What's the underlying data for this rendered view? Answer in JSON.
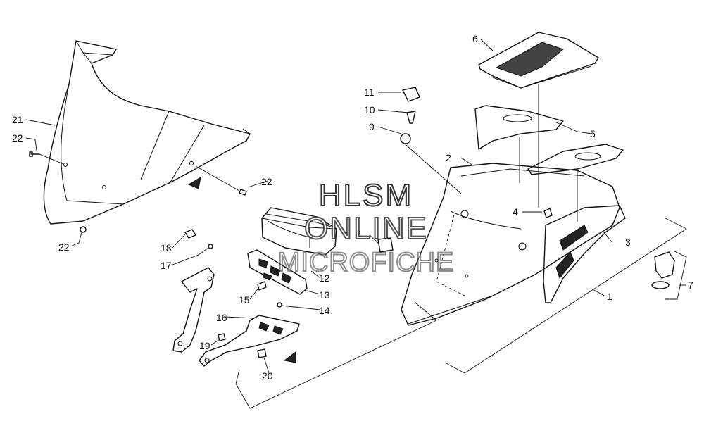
{
  "watermark": {
    "line1": "HLSM",
    "line2": "ONLINE",
    "line3": "MICROFICHE"
  },
  "callouts": {
    "c1": "1",
    "c2": "2",
    "c3": "3",
    "c4": "4",
    "c5": "5",
    "c6": "6",
    "c7": "7",
    "c8": "8",
    "c9": "9",
    "c10": "10",
    "c11": "11",
    "c12": "12",
    "c13": "13",
    "c14": "14",
    "c15": "15",
    "c16": "16",
    "c17": "17",
    "c18": "18",
    "c19": "19",
    "c20": "20",
    "c21": "21",
    "c22a": "22",
    "c22b": "22",
    "c22c": "22"
  },
  "colors": {
    "line": "#111111",
    "background": "#ffffff"
  }
}
